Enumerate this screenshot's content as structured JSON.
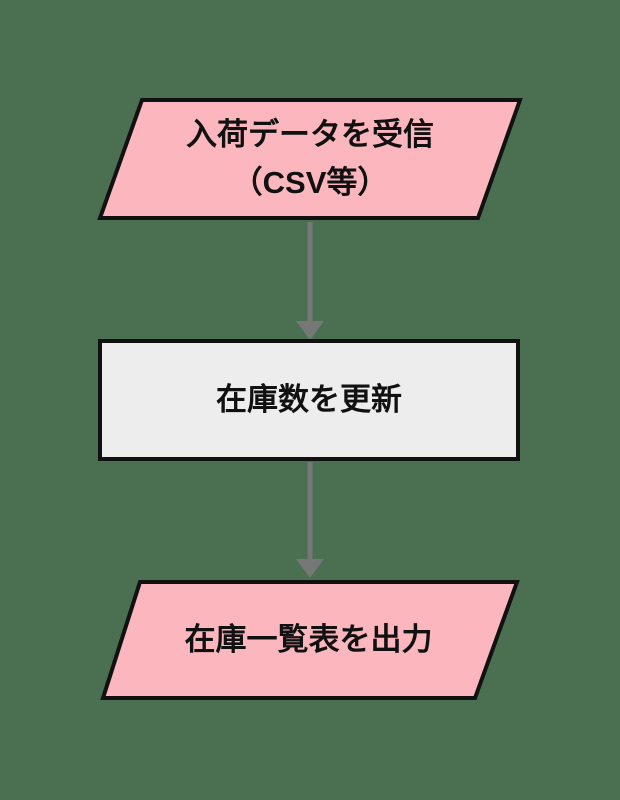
{
  "diagram": {
    "title": "inventory-intake-flowchart",
    "background_color": "#4A7051",
    "border_color": "#111111",
    "connector_color": "#777777",
    "nodes": [
      {
        "id": "receive-data",
        "type": "parallelogram",
        "shape_meaning": "input-output",
        "label_line1": "入荷データを受信",
        "label_line2": "（CSV等）",
        "fill": "#FBB7BD"
      },
      {
        "id": "update-stock",
        "type": "rectangle",
        "shape_meaning": "process",
        "label": "在庫数を更新",
        "fill": "#EDEDED"
      },
      {
        "id": "output-list",
        "type": "parallelogram",
        "shape_meaning": "input-output",
        "label": "在庫一覧表を出力",
        "fill": "#FBB7BD"
      }
    ],
    "connectors": [
      {
        "from": "receive-data",
        "to": "update-stock",
        "direction": "down"
      },
      {
        "from": "update-stock",
        "to": "output-list",
        "direction": "down"
      }
    ]
  }
}
